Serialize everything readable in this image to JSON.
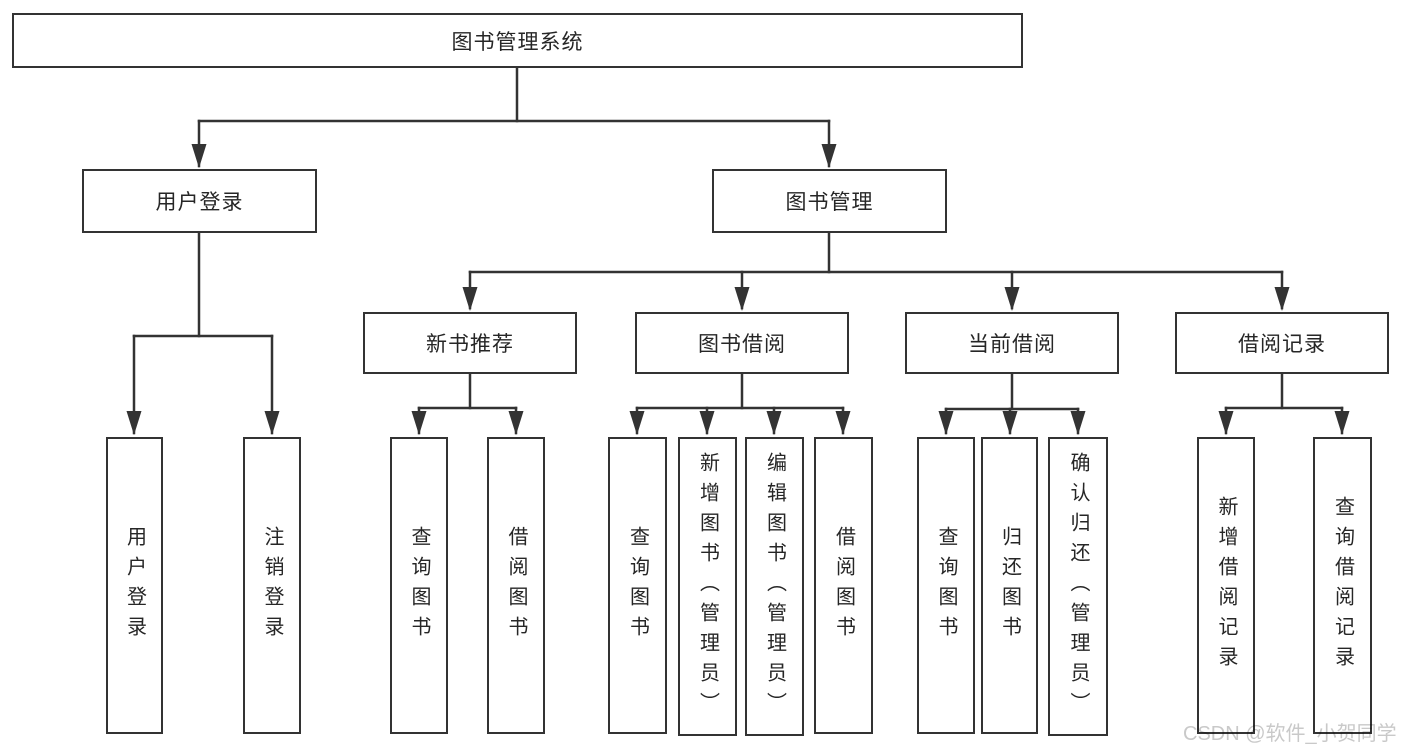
{
  "tree": {
    "root": {
      "label": "图书管理系统",
      "children": [
        {
          "label": "用户登录",
          "children": [
            {
              "label": "用户登录"
            },
            {
              "label": "注销登录"
            }
          ]
        },
        {
          "label": "图书管理",
          "children": [
            {
              "label": "新书推荐",
              "children": [
                {
                  "label": "查询图书"
                },
                {
                  "label": "借阅图书"
                }
              ]
            },
            {
              "label": "图书借阅",
              "children": [
                {
                  "label": "查询图书"
                },
                {
                  "label": "新增图书（管理员）"
                },
                {
                  "label": "编辑图书（管理员）"
                },
                {
                  "label": "借阅图书"
                }
              ]
            },
            {
              "label": "当前借阅",
              "children": [
                {
                  "label": "查询图书"
                },
                {
                  "label": "归还图书"
                },
                {
                  "label": "确认归还（管理员）"
                }
              ]
            },
            {
              "label": "借阅记录",
              "children": [
                {
                  "label": "新增借阅记录"
                },
                {
                  "label": "查询借阅记录"
                }
              ]
            }
          ]
        }
      ]
    }
  },
  "watermark": {
    "text": "CSDN @软件_小贺同学"
  },
  "colors": {
    "background": "#ffffff",
    "line": "#333333",
    "box_border": "#333333",
    "text": "#262626",
    "watermark": "#c9c9c9"
  }
}
